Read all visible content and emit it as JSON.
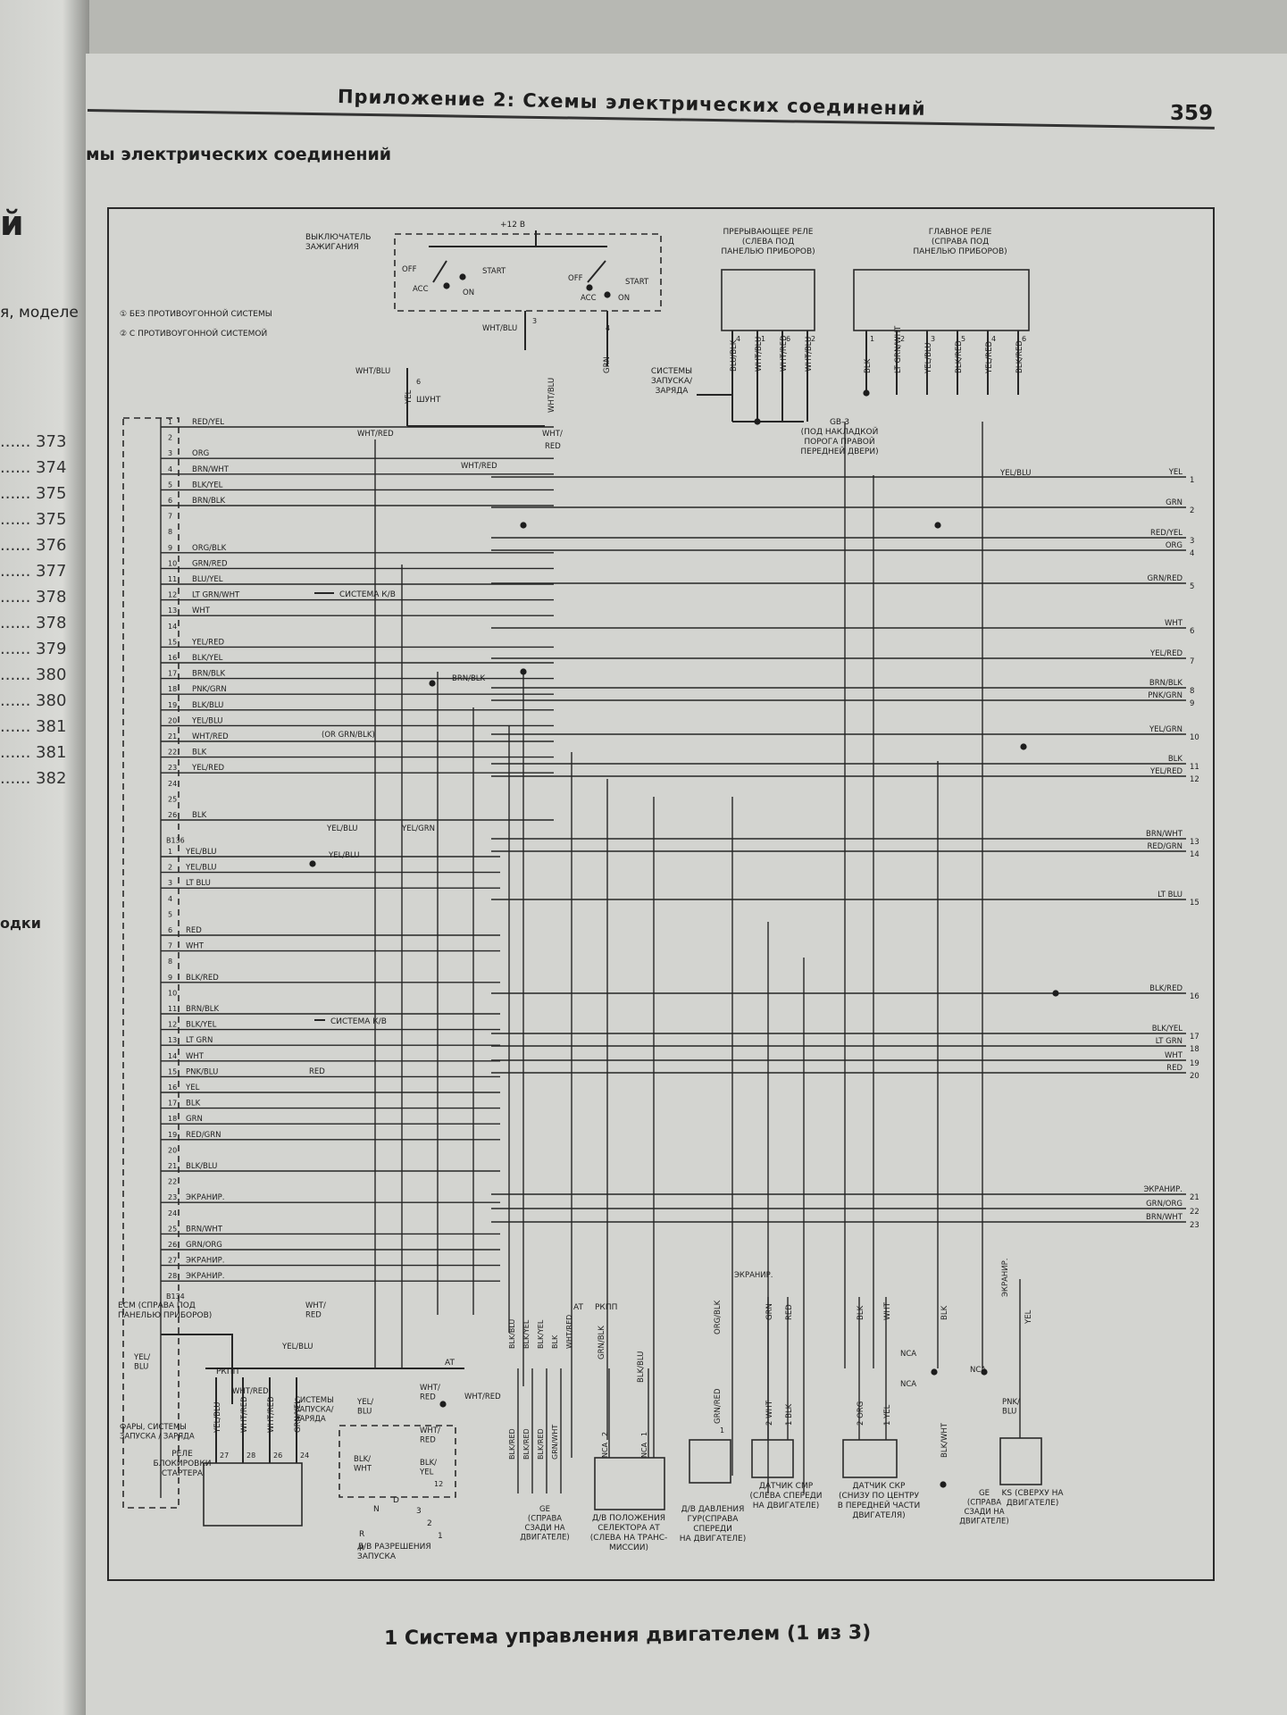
{
  "page_header": {
    "title": "Приложение 2: Схемы электрических соединений",
    "page_number": "359"
  },
  "running_head": "мы электрических соединений",
  "left_page": {
    "heading_fragment": "й",
    "text_fragment": "я, моделе",
    "foot_fragment": "одки",
    "toc": [
      {
        "leader": "......",
        "page": "373"
      },
      {
        "leader": "......",
        "page": "374"
      },
      {
        "leader": "......",
        "page": "375"
      },
      {
        "leader": "......",
        "page": "375"
      },
      {
        "leader": "......",
        "page": "376"
      },
      {
        "leader": "......",
        "page": "377"
      },
      {
        "leader": "......",
        "page": "378"
      },
      {
        "leader": "......",
        "page": "378"
      },
      {
        "leader": "......",
        "page": "379"
      },
      {
        "leader": "......",
        "page": "380"
      },
      {
        "leader": "......",
        "page": "380"
      },
      {
        "leader": "......",
        "page": "381"
      },
      {
        "leader": "......",
        "page": "381"
      },
      {
        "leader": "......",
        "page": "382"
      }
    ]
  },
  "caption": "1 Система управления двигателем (1 из 3)",
  "diagram": {
    "legend": [
      "① БЕЗ ПРОТИВОУГОННОЙ СИСТЕМЫ",
      "② С ПРОТИВОУГОННОЙ СИСТЕМОЙ"
    ],
    "ignition_switch": {
      "label": [
        "ВЫКЛЮЧАТЕЛЬ",
        "ЗАЖИГАНИЯ"
      ],
      "supply": "+12 В",
      "positions": [
        "OFF",
        "ACC",
        "ON",
        "START",
        "OFF",
        "ACC",
        "ON",
        "START"
      ],
      "wire_out": "WHT/BLU",
      "pins": [
        "3",
        "4"
      ],
      "wire_grn": "GRN"
    },
    "interrupt_relay": {
      "label": [
        "ПРЕРЫВАЮЩЕЕ РЕЛЕ",
        "(СЛЕВА ПОД",
        "ПАНЕЛЬЮ ПРИБОРОВ)"
      ],
      "wires": [
        "BLU/BLK",
        "WHT/BLU",
        "WHT/RED",
        "WHT/BLU"
      ],
      "pins": [
        "4",
        "1",
        "6",
        "2"
      ]
    },
    "main_relay": {
      "label": [
        "ГЛАВНОЕ РЕЛЕ",
        "(СПРАВА ПОД",
        "ПАНЕЛЬЮ ПРИБОРОВ)"
      ],
      "wires": [
        "BLK",
        "LT GRN/WHT",
        "YEL/BLU",
        "BLK/RED",
        "YEL/RED",
        "BLK/RED"
      ],
      "pins": [
        "1",
        "2",
        "3",
        "5",
        "4",
        "6"
      ]
    },
    "start_charge": [
      "СИСТЕМЫ",
      "ЗАПУСКА/",
      "ЗАРЯДА"
    ],
    "ground_gb3": [
      "GB-3",
      "(ПОД НАКЛАДКОЙ",
      "ПОРОГА ПРАВОЙ",
      "ПЕРЕДНЕЙ ДВЕРИ)"
    ],
    "shunt": {
      "label": "ШУНТ",
      "wire": "YEL",
      "pin": "6"
    },
    "mid_wires": [
      "WHT/BLU",
      "WHT/RED",
      "WHT/RED",
      "WHT/BLU",
      "WHT/",
      "RED"
    ],
    "connector_a": [
      {
        "pin": "1",
        "wire": "RED/YEL"
      },
      {
        "pin": "2",
        "wire": ""
      },
      {
        "pin": "3",
        "wire": "ORG"
      },
      {
        "pin": "4",
        "wire": "BRN/WHT"
      },
      {
        "pin": "5",
        "wire": "BLK/YEL"
      },
      {
        "pin": "6",
        "wire": "BRN/BLK"
      },
      {
        "pin": "7",
        "wire": ""
      },
      {
        "pin": "8",
        "wire": ""
      },
      {
        "pin": "9",
        "wire": "ORG/BLK"
      },
      {
        "pin": "10",
        "wire": "GRN/RED"
      },
      {
        "pin": "11",
        "wire": "BLU/YEL"
      },
      {
        "pin": "12",
        "wire": "LT GRN/WHT"
      },
      {
        "pin": "13",
        "wire": "WHT"
      },
      {
        "pin": "14",
        "wire": ""
      },
      {
        "pin": "15",
        "wire": "YEL/RED"
      },
      {
        "pin": "16",
        "wire": "BLK/YEL"
      },
      {
        "pin": "17",
        "wire": "BRN/BLK"
      },
      {
        "pin": "18",
        "wire": "PNK/GRN"
      },
      {
        "pin": "19",
        "wire": "BLK/BLU"
      },
      {
        "pin": "20",
        "wire": "YEL/BLU"
      },
      {
        "pin": "21",
        "wire": "WHT/RED"
      },
      {
        "pin": "22",
        "wire": "BLK"
      },
      {
        "pin": "23",
        "wire": "YEL/RED"
      },
      {
        "pin": "24",
        "wire": ""
      },
      {
        "pin": "25",
        "wire": ""
      },
      {
        "pin": "26",
        "wire": "BLK"
      }
    ],
    "connector_a_id": "B136",
    "connector_a_notes": {
      "kv": "СИСТЕМА К/В",
      "alt": "(OR GRN/BLK)",
      "pin17_out": "BRN/BLK",
      "pin26_out": [
        "YEL/BLU",
        "YEL/GRN"
      ]
    },
    "connector_b": [
      {
        "pin": "1",
        "wire": "YEL/BLU"
      },
      {
        "pin": "2",
        "wire": "YEL/BLU"
      },
      {
        "pin": "3",
        "wire": "LT BLU"
      },
      {
        "pin": "4",
        "wire": ""
      },
      {
        "pin": "5",
        "wire": ""
      },
      {
        "pin": "6",
        "wire": "RED"
      },
      {
        "pin": "7",
        "wire": "WHT"
      },
      {
        "pin": "8",
        "wire": ""
      },
      {
        "pin": "9",
        "wire": "BLK/RED"
      },
      {
        "pin": "10",
        "wire": ""
      },
      {
        "pin": "11",
        "wire": "BRN/BLK"
      },
      {
        "pin": "12",
        "wire": "BLK/YEL"
      },
      {
        "pin": "13",
        "wire": "LT GRN"
      },
      {
        "pin": "14",
        "wire": "WHT"
      },
      {
        "pin": "15",
        "wire": "PNK/BLU"
      },
      {
        "pin": "16",
        "wire": "YEL"
      },
      {
        "pin": "17",
        "wire": "BLK"
      },
      {
        "pin": "18",
        "wire": "GRN"
      },
      {
        "pin": "19",
        "wire": "RED/GRN"
      },
      {
        "pin": "20",
        "wire": ""
      },
      {
        "pin": "21",
        "wire": "BLK/BLU"
      },
      {
        "pin": "22",
        "wire": ""
      },
      {
        "pin": "23",
        "wire": "ЭКРАНИР."
      },
      {
        "pin": "24",
        "wire": ""
      },
      {
        "pin": "25",
        "wire": "BRN/WHT"
      },
      {
        "pin": "26",
        "wire": "GRN/ORG"
      },
      {
        "pin": "27",
        "wire": "ЭКРАНИР."
      },
      {
        "pin": "28",
        "wire": "ЭКРАНИР."
      }
    ],
    "connector_b_id": "B134",
    "connector_b_notes": {
      "pin1_out": "YEL/BLU",
      "kv": "СИСТЕМА К/В",
      "pin15_out": "RED"
    },
    "ecm": [
      "ECM (СПРАВА ПОД",
      "ПАНЕЛЬЮ ПРИБОРОВ)"
    ],
    "right_terminals": [
      {
        "n": "1",
        "wire": "YEL"
      },
      {
        "n": "2",
        "wire": "GRN"
      },
      {
        "n": "3",
        "wire": "RED/YEL"
      },
      {
        "n": "4",
        "wire": "ORG"
      },
      {
        "n": "5",
        "wire": "GRN/RED"
      },
      {
        "n": "6",
        "wire": "WHT"
      },
      {
        "n": "7",
        "wire": "YEL/RED"
      },
      {
        "n": "8",
        "wire": "BRN/BLK"
      },
      {
        "n": "9",
        "wire": "PNK/GRN"
      },
      {
        "n": "10",
        "wire": "YEL/GRN"
      },
      {
        "n": "11",
        "wire": "BLK"
      },
      {
        "n": "12",
        "wire": "YEL/RED"
      },
      {
        "n": "13",
        "wire": "BRN/WHT"
      },
      {
        "n": "14",
        "wire": "RED/GRN"
      },
      {
        "n": "15",
        "wire": "LT BLU"
      },
      {
        "n": "16",
        "wire": "BLK/RED"
      },
      {
        "n": "17",
        "wire": "BLK/YEL"
      },
      {
        "n": "18",
        "wire": "LT GRN"
      },
      {
        "n": "19",
        "wire": "WHT"
      },
      {
        "n": "20",
        "wire": "RED"
      },
      {
        "n": "21",
        "wire": "ЭКРАНИР."
      },
      {
        "n": "22",
        "wire": "GRN/ORG"
      },
      {
        "n": "23",
        "wire": "BRN/WHT"
      }
    ],
    "right_extra": "YEL/BLU",
    "bottom": {
      "yelblu": [
        "YEL/",
        "BLU"
      ],
      "whtred": [
        "WHT/",
        "RED"
      ],
      "yelblu2": "YEL/BLU",
      "headlamps": [
        "ФАРЫ, СИСТЕМЫ",
        "ЗАПУСКА / ЗАРЯДА"
      ],
      "rkpp": "РКПП",
      "at": "AT",
      "at_rkpp": [
        "AT",
        "РКПП"
      ],
      "starter_relay": {
        "label": [
          "РЕЛЕ",
          "БЛОКИРОВКИ",
          "СТАРТЕРА"
        ],
        "wires": [
          "YEL/BLU",
          "WHT/RED",
          "WHT/RED",
          "GRN/YEL"
        ],
        "pins": [
          "27",
          "28",
          "26",
          "24"
        ],
        "whtred": "WHT/RED",
        "systems": [
          "СИСТЕМЫ",
          "ЗАПУСКА/",
          "ЗАРЯДА"
        ]
      },
      "start_permit": {
        "label": [
          "Д/В РАЗРЕШЕНИЯ",
          "ЗАПУСКА"
        ],
        "wires": [
          "YEL/",
          "BLU",
          "BLK/",
          "WHT",
          "WHT/",
          "RED",
          "WHT/",
          "RED",
          "BLK/",
          "YEL"
        ],
        "pins": [
          "12"
        ],
        "positions": [
          "N",
          "D",
          "3",
          "2",
          "1",
          "R",
          "P"
        ],
        "out": "WHT/RED"
      },
      "ge_left": {
        "label": [
          "GE",
          "(СПРАВА",
          "СЗАДИ НА",
          "ДВИГАТЕЛЕ)"
        ],
        "wires_top": [
          "BLK/BLU",
          "BLK/YEL",
          "BLK/YEL",
          "BLK",
          "WHT/RED"
        ],
        "wires_bot": [
          "BLK/RED",
          "BLK/RED",
          "BLK/RED",
          "GRN/WHT"
        ]
      },
      "selector": {
        "label": [
          "Д/В ПОЛОЖЕНИЯ",
          "СЕЛЕКТОРА АТ",
          "(СЛЕВА НА ТРАНС-",
          "МИССИИ)"
        ],
        "wires": [
          "GRN/BLK",
          "BLK/BLU"
        ],
        "pins": [
          "NCA",
          "2",
          "NCA",
          "1"
        ]
      },
      "ps_sensor": {
        "label": [
          "Д/В ДАВЛЕНИЯ",
          "ГУР(СПРАВА",
          "СПЕРЕДИ",
          "НА ДВИГАТЕЛЕ)"
        ],
        "wires": [
          "ORG/BLK",
          "GRN/RED"
        ],
        "pin": "1"
      },
      "cmp": {
        "label": [
          "ДАТЧИК СМР",
          "(СЛЕВА СПЕРЕДИ",
          "НА ДВИГАТЕЛЕ)"
        ],
        "shield": "ЭКРАНИР.",
        "wires": [
          "GRN",
          "RED",
          "2 WHT",
          "1 BLK"
        ]
      },
      "ckp": {
        "label": [
          "ДАТЧИК СКР",
          "(СНИЗУ ПО ЦЕНТРУ",
          "В ПЕРЕДНЕЙ ЧАСТИ",
          "ДВИГАТЕЛЯ)"
        ],
        "wires": [
          "BLK",
          "WHT",
          "2 ORG",
          "1 YEL"
        ],
        "nca": [
          "NCA",
          "NCA",
          "NCA"
        ]
      },
      "ge_right": {
        "label": [
          "GE",
          "(СПРАВА",
          "СЗАДИ НА",
          "ДВИГАТЕЛЕ)"
        ],
        "wires": [
          "BLK",
          "BLK/WHT"
        ]
      },
      "ks": {
        "label": [
          "KS (СВЕРХУ НА",
          "ДВИГАТЕЛЕ)"
        ],
        "wires": [
          "ЭКРАНИР.",
          "YEL",
          "PNK/",
          "BLU"
        ]
      }
    }
  }
}
